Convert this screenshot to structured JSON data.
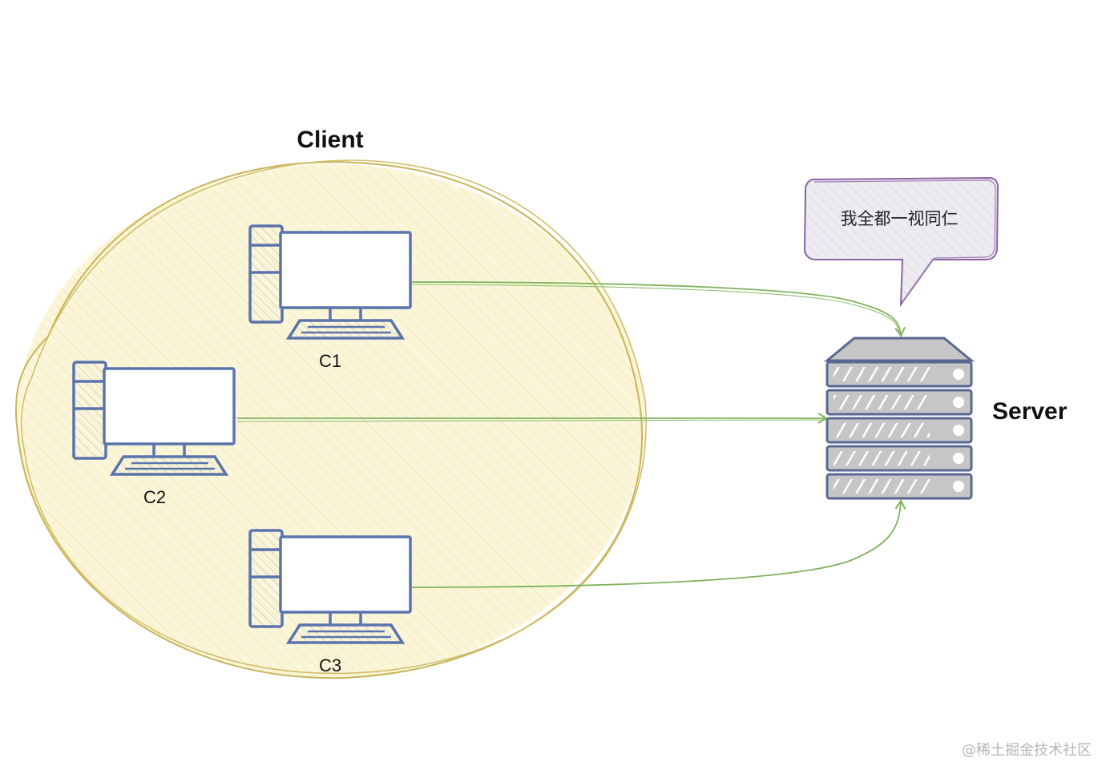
{
  "client": {
    "title": "Client"
  },
  "server": {
    "label": "Server"
  },
  "computers": [
    {
      "id": "c1",
      "label": "C1"
    },
    {
      "id": "c2",
      "label": "C2"
    },
    {
      "id": "c3",
      "label": "C3"
    }
  ],
  "speech_bubble": {
    "text": "我全都一视同仁"
  },
  "watermark": "@稀土掘金技术社区",
  "colors": {
    "client_area_stroke": "#c9b458",
    "client_area_fill": "#fbf6d9",
    "computer_stroke": "#5b73ad",
    "arrow": "#7fb25e",
    "bubble_stroke": "#8c64a4",
    "bubble_fill": "#ececf1",
    "server_dark": "#586891",
    "server_light": "#c6c6c6"
  }
}
